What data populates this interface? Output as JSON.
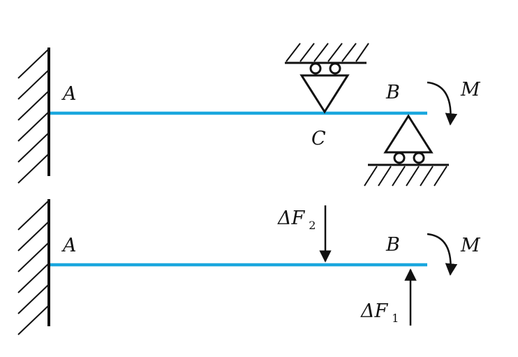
{
  "colors": {
    "beam": "#1aa7de",
    "ink": "#111111"
  },
  "top_diagram": {
    "label_a": "A",
    "label_b": "B",
    "label_c": "C",
    "label_m": "M"
  },
  "bottom_diagram": {
    "label_a": "A",
    "label_b": "B",
    "label_m": "M",
    "force_2": {
      "main": "ΔF",
      "sub": "2"
    },
    "force_1": {
      "main": "ΔF",
      "sub": "1"
    }
  }
}
